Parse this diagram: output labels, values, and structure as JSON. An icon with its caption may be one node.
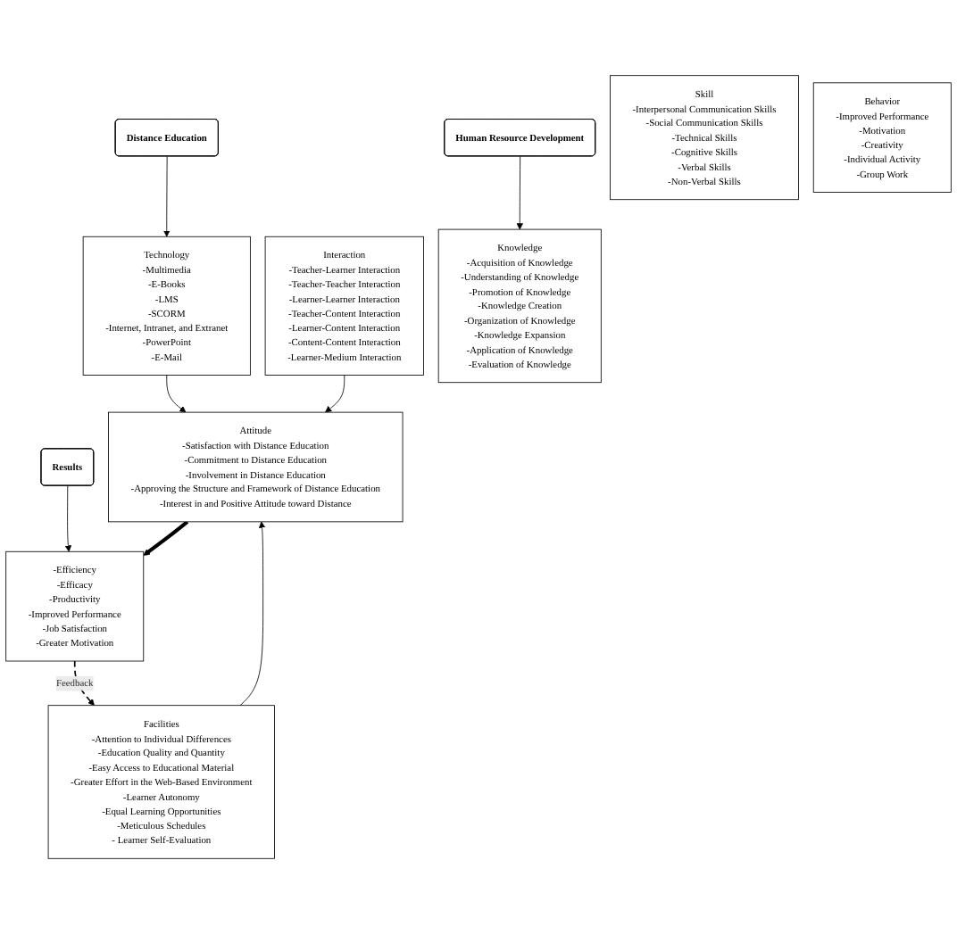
{
  "diagram": {
    "nodes": [
      {
        "text": [
          "Distance Education"
        ]
      },
      {
        "text": [
          "Technology",
          "-Multimedia",
          "-E-Books",
          "-LMS",
          "-SCORM",
          "-Internet, Intranet, and Extranet",
          "-PowerPoint",
          "-E-Mail"
        ]
      },
      {
        "text": [
          "Interaction",
          "-Teacher-Learner Interaction",
          "-Teacher-Teacher Interaction",
          "-Learner-Learner Interaction",
          "-Teacher-Content Interaction",
          "-Learner-Content Interaction",
          "-Content-Content Interaction",
          "-Learner-Medium Interaction"
        ]
      },
      {
        "text": [
          "Facilities",
          "-Attention to Individual Differences",
          "-Education Quality and Quantity",
          "-Easy Access to Educational Material",
          "-Greater Effort in the Web-Based Environment",
          "-Learner Autonomy",
          "-Equal Learning Opportunities",
          "-Meticulous Schedules",
          "- Learner Self-Evaluation"
        ]
      },
      {
        "text": [
          "Human Resource Development"
        ]
      },
      {
        "text": [
          "Knowledge",
          "-Acquisition of Knowledge",
          "-Understanding of Knowledge",
          "-Promotion of Knowledge",
          "-Knowledge Creation",
          "-Organization of Knowledge",
          "-Knowledge Expansion",
          "-Application of Knowledge",
          "-Evaluation of Knowledge"
        ]
      },
      {
        "text": [
          "Attitude",
          "-Satisfaction with Distance Education",
          "-Commitment to Distance Education",
          "-Involvement in Distance Education",
          "-Approving the Structure and Framework of Distance Education",
          "-Interest in and Positive Attitude toward Distance"
        ]
      },
      {
        "text": [
          "Skill",
          "-Interpersonal Communication Skills",
          "-Social Communication Skills",
          "-Technical Skills",
          "-Cognitive Skills",
          "-Verbal Skills",
          "-Non-Verbal Skills"
        ]
      },
      {
        "text": [
          "Behavior",
          "-Improved Performance",
          "-Motivation",
          "-Creativity",
          "-Individual Activity",
          "-Group Work"
        ]
      },
      {
        "text": [
          "Results"
        ]
      },
      {
        "text": [
          "-Efficiency",
          "-Efficacy",
          "-Productivity",
          "-Improved Performance",
          "-Job Satisfaction",
          "-Greater Motivation"
        ]
      }
    ],
    "edges": [
      {
        "from": 0,
        "to": 1,
        "arrow": "to"
      },
      {
        "from": 4,
        "to": 5,
        "arrow": "to"
      },
      {
        "from": 9,
        "to": 10,
        "arrow": "to"
      },
      {
        "from": 1,
        "to": 6,
        "arrow": "to"
      },
      {
        "from": 2,
        "to": 6,
        "arrow": "to"
      },
      {
        "from": 3,
        "to": 6,
        "arrow": "to"
      },
      {
        "from": 6,
        "to": 10,
        "arrow": "to",
        "style": "thick"
      },
      {
        "from": 10,
        "to": 3,
        "arrow": "to",
        "style": "dashed",
        "label": "Feedback"
      }
    ]
  }
}
